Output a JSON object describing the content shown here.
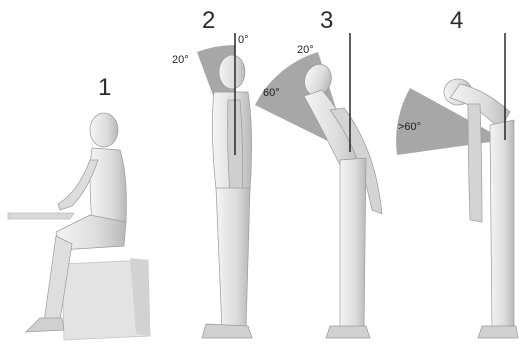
{
  "figures": [
    {
      "number": "1"
    },
    {
      "number": "2",
      "angle_back": "20°",
      "angle_vertical": "0°"
    },
    {
      "number": "3",
      "angle_top": "20°",
      "angle_forward": "60°"
    },
    {
      "number": "4",
      "angle_forward": ">60°"
    }
  ],
  "colors": {
    "figure_body": "#e6e6e6",
    "figure_shade": "#bdbdbd",
    "sector": "#8a8a8a",
    "reference_line": "#1a1a1a",
    "desk": "#d4d4d4",
    "stool": "#e2e2e2",
    "background": "#ffffff"
  }
}
